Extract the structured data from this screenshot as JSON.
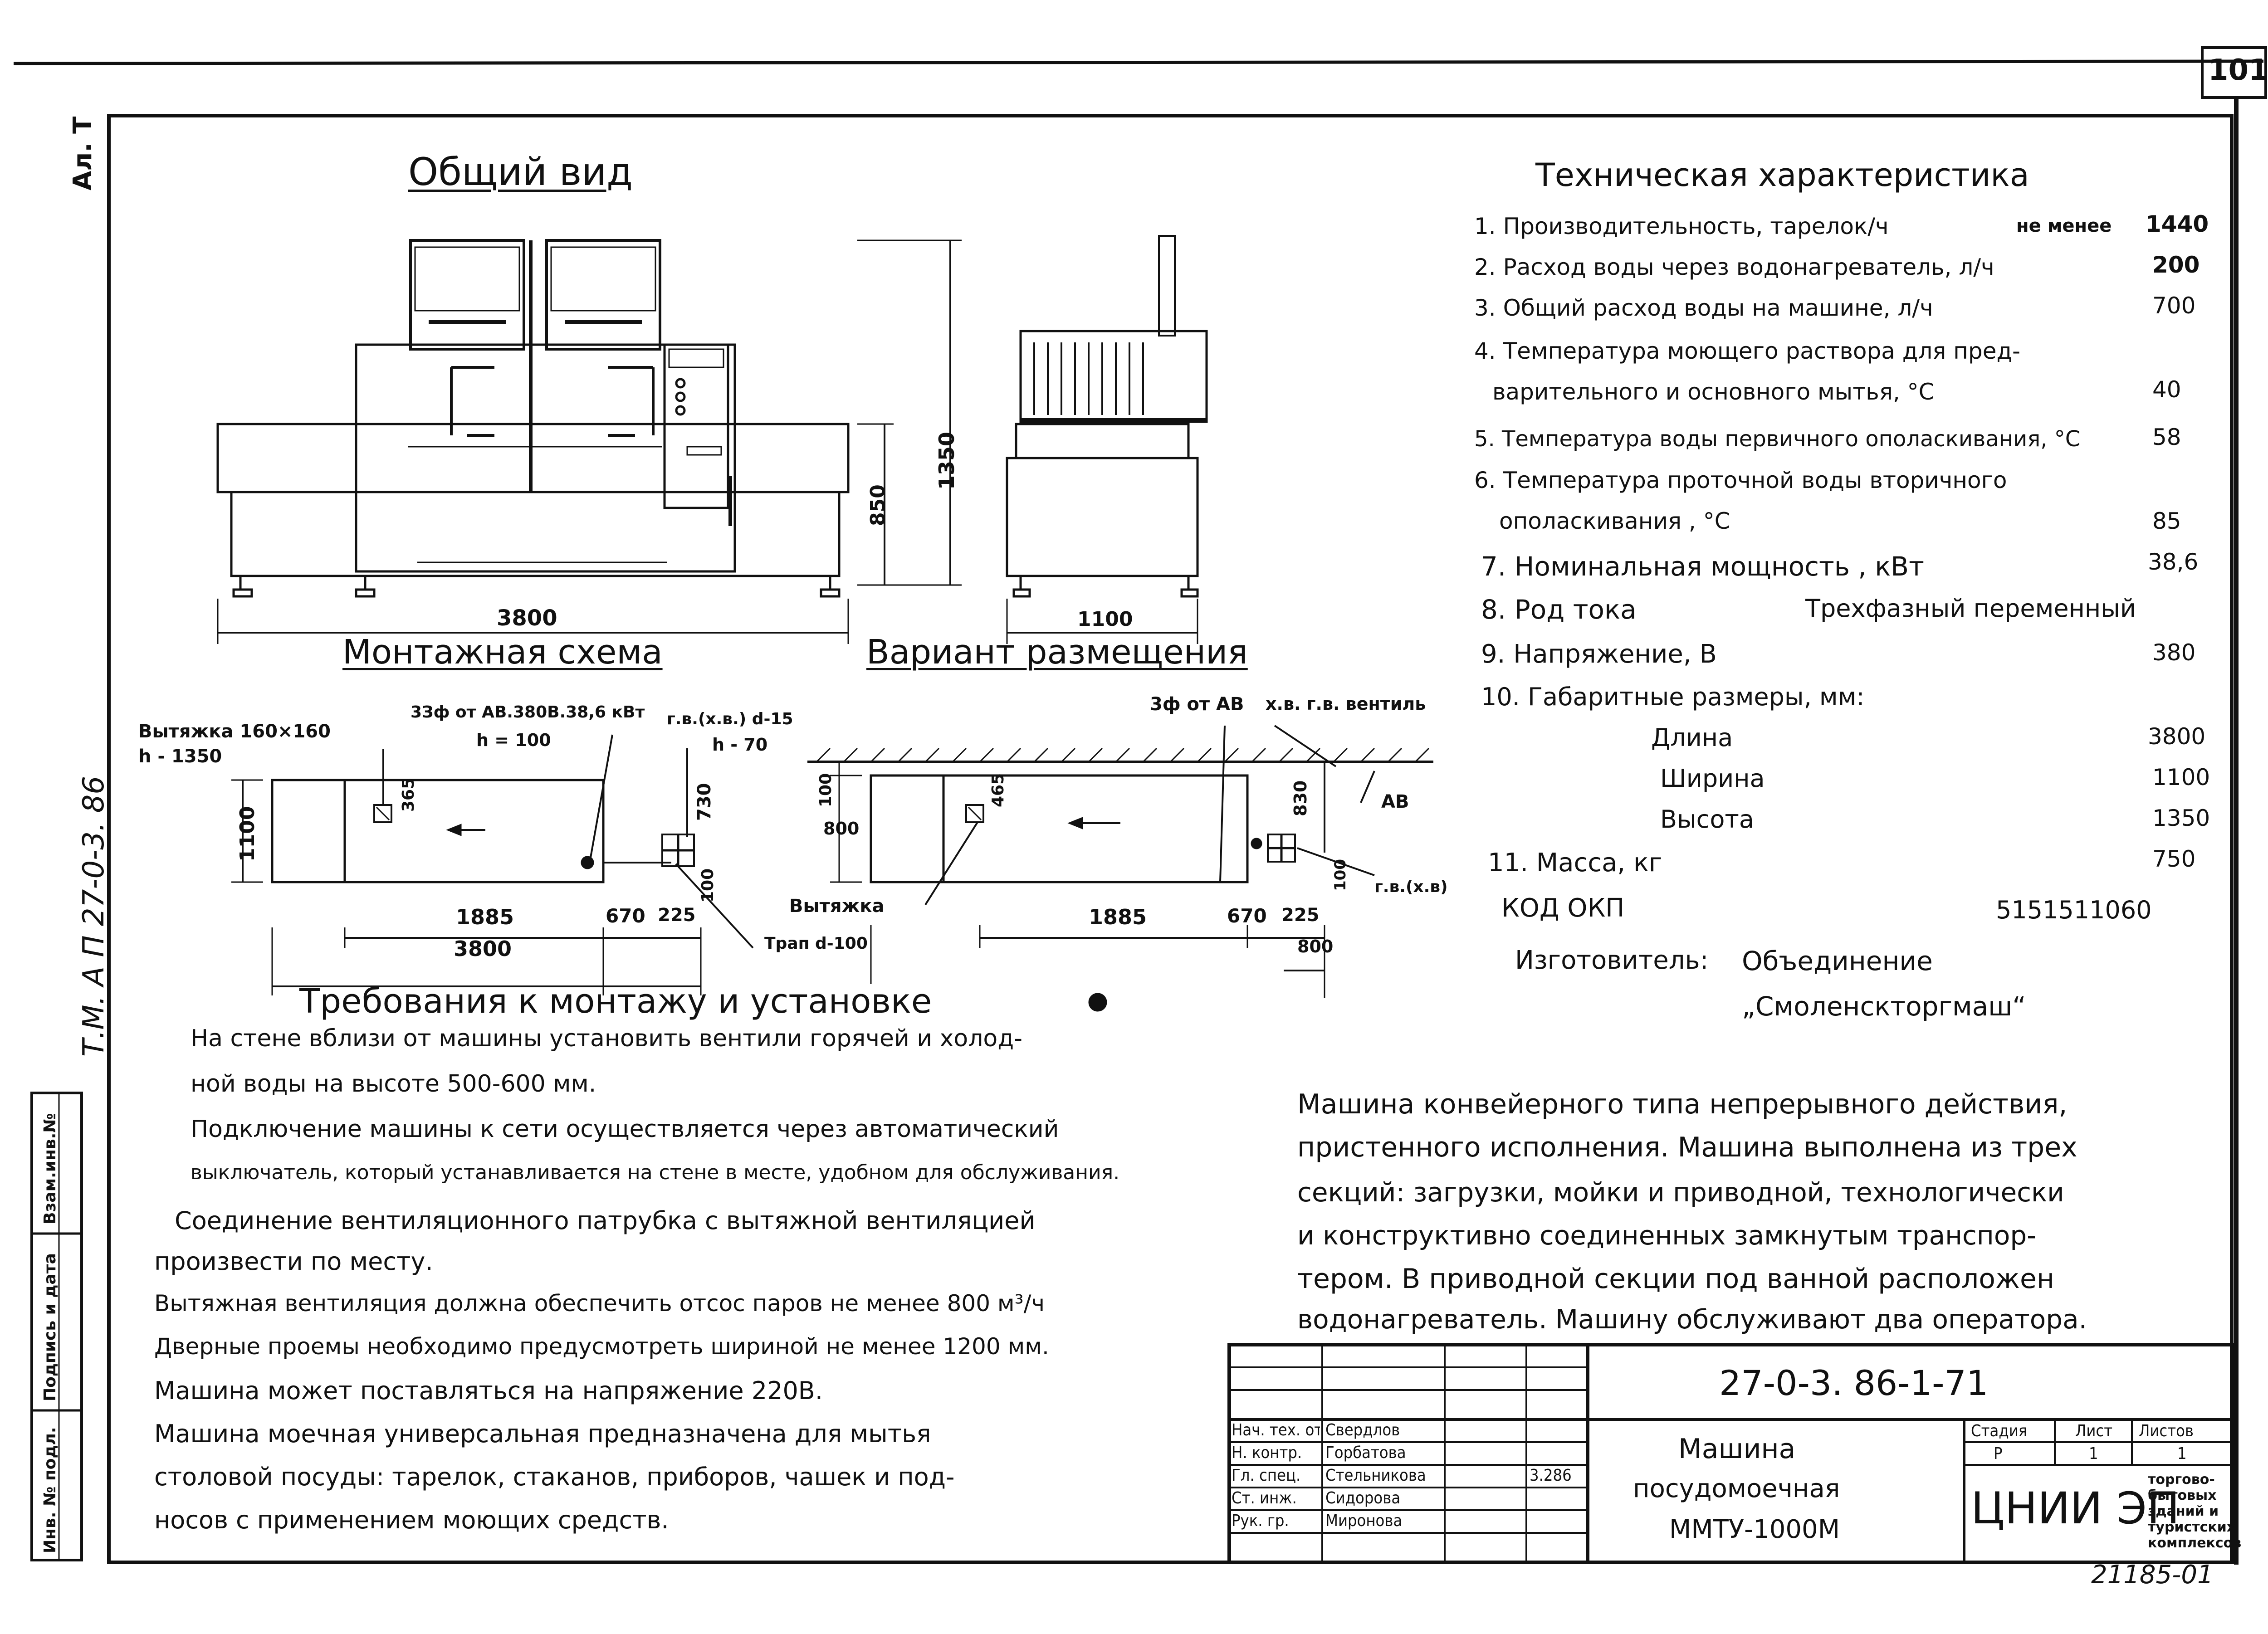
{
  "sheet": {
    "number": "101",
    "corner_mark": "Ал. Т",
    "left_code": "Т.М. А П 27-0-3. 86",
    "bottom_handwritten": "21185-01"
  },
  "side_stamp": {
    "labels": [
      "Взам.инв.№",
      "Подпись и дата",
      "Инв. № подл."
    ]
  },
  "general_view": {
    "title": "Общий вид",
    "dim_length": "3800",
    "dim_width": "1100",
    "dim_height_total": "1350",
    "dim_height_table": "850"
  },
  "mounting": {
    "title": "Монтажная схема",
    "exhaust_label": "Вытяжка 160×160",
    "exhaust_h": "h - 1350",
    "switch_label": "3Зф от АВ.380В.38,6 кВт",
    "switch_h": "h = 100",
    "water_label": "г.в.(х.в.) d-15",
    "water_h": "h - 70",
    "drain_label": "Трап d-100",
    "dims": [
      "1100",
      "365",
      "730",
      "100",
      "1885",
      "670",
      "225",
      "3800"
    ]
  },
  "placement": {
    "title": "Вариант размещения",
    "av_label": "3ф от АВ",
    "valve_label": "х.в. г.в. вентиль",
    "av_box": "АВ",
    "exhaust": "Вытяжка",
    "water": "г.в.(х.в)",
    "dims": [
      "100",
      "800",
      "465",
      "830",
      "100",
      "1885",
      "670",
      "225",
      "800"
    ]
  },
  "tech_spec": {
    "title": "Техническая характеристика",
    "items": [
      {
        "label": "1. Производительность, тарелок/ч",
        "qualifier": "не менее",
        "value": "1440"
      },
      {
        "label": "2. Расход воды через водонагреватель, л/ч",
        "value": "200"
      },
      {
        "label": "3. Общий расход воды на машине, л/ч",
        "value": "700"
      },
      {
        "label": "4. Температура моющего раствора для пред-",
        "value": ""
      },
      {
        "label": "варительного и основного мытья, °С",
        "value": "40"
      },
      {
        "label": "5. Температура воды первичного ополаскивания, °С",
        "value": "58"
      },
      {
        "label": "6. Температура проточной воды вторичного",
        "value": ""
      },
      {
        "label": "ополаскивания , °С",
        "value": "85"
      },
      {
        "label": "7. Номинальная мощность , кВт",
        "value": "38,6"
      },
      {
        "label": "8. Род тока",
        "value": "Трехфазный переменный"
      },
      {
        "label": "9. Напряжение, В",
        "value": "380"
      },
      {
        "label": "10. Габаритные размеры, мм:",
        "value": ""
      },
      {
        "label": "Длина",
        "value": "3800"
      },
      {
        "label": "Ширина",
        "value": "1100"
      },
      {
        "label": "Высота",
        "value": "1350"
      },
      {
        "label": "11. Масса, кг",
        "value": "750"
      }
    ],
    "okp_label": "КОД ОКП",
    "okp_value": "5151511060",
    "maker_label": "Изготовитель:",
    "maker_line1": "Объединение",
    "maker_line2": "„Смоленскторгмаш“"
  },
  "requirements": {
    "title": "Требования к монтажу и установке",
    "lines": [
      "На стене вблизи от машины установить вентили горячей и холод-",
      "ной воды на высоте 500-600 мм.",
      "Подключение машины к сети осуществляется через автоматический",
      "выключатель, который устанавливается на стене в месте, удобном для обслуживания.",
      "Соединение вентиляционного патрубка с вытяжной вентиляцией",
      "произвести по месту.",
      "Вытяжная вентиляция должна обеспечить отсос паров не менее 800 м³/ч",
      "Дверные проемы необходимо предусмотреть шириной не менее 1200 мм.",
      "Машина может поставляться на напряжение 220В.",
      "Машина моечная универсальная предназначена для мытья",
      "столовой посуды: тарелок, стаканов, приборов, чашек и под-",
      "носов с применением моющих средств."
    ]
  },
  "description": {
    "lines": [
      "Машина конвейерного типа непрерывного действия,",
      "пристенного исполнения. Машина выполнена из трех",
      "секций: загрузки, мойки и приводной, технологически",
      "и конструктивно соединенных замкнутым транспор-",
      "тером. В приводной секции под ванной расположен",
      "водонагреватель. Машину обслуживают два оператора."
    ]
  },
  "title_block": {
    "designation": "27-0-3. 86-1-71",
    "roles": [
      "Нач. тех. отд",
      "Н. контр.",
      "Гл. спец.",
      "Ст. инж.",
      "Рук. гр."
    ],
    "names": [
      "Свердлов",
      "Горбатова",
      "Стельникова",
      "Сидорова",
      "Миронова"
    ],
    "date_note": "3.286",
    "product_lines": [
      "Машина",
      "посудомоечная",
      "ММТУ-1000М"
    ],
    "stage_header": [
      "Стадия",
      "Лист",
      "Листов"
    ],
    "stage_values": [
      "Р",
      "1",
      "1"
    ],
    "org_big": "ЦНИИ ЭП",
    "org_small": [
      "торгово-",
      "бытовых",
      "зданий и",
      "туристских",
      "комплексов"
    ]
  }
}
